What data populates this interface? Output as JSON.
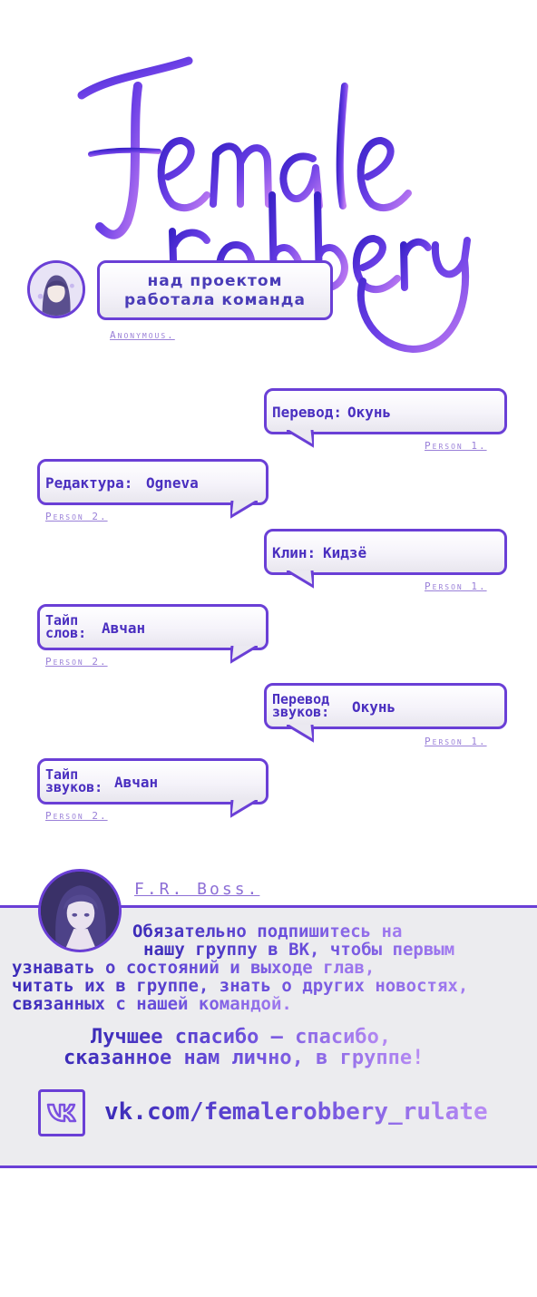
{
  "logo": {
    "line1": "Female",
    "line2": "robbery"
  },
  "team": {
    "line1": "над проектом",
    "line2": "работала команда",
    "author": "Anonymous."
  },
  "credits": [
    {
      "label": "Перевод:",
      "value": "Окунь",
      "person": "Person 1."
    },
    {
      "label": "Редактура:",
      "value": "Ogneva",
      "person": "Person 2."
    },
    {
      "label": "Клин:",
      "value": "Кидзё",
      "person": "Person 1."
    },
    {
      "label_line1": "Тайп",
      "label_line2": "слов:",
      "value": "Авчан",
      "person": "Person 2."
    },
    {
      "label_line1": "Перевод",
      "label_line2": "звуков:",
      "value": "Окунь",
      "person": "Person 1."
    },
    {
      "label_line1": "Тайп",
      "label_line2": "звуков:",
      "value": "Авчан",
      "person": "Person 2."
    }
  ],
  "banner": {
    "boss_name": "F.R. Boss.",
    "lines": [
      "Обязательно подпишитесь  на",
      "нашу группу в ВК, чтобы первым",
      "узнавать о состояний и выходе глав,",
      "читать их в группе, знать о других новостях,",
      "связанных с нашей командой."
    ],
    "thanks_line1": "Лучшее спасибо — спасибо,",
    "thanks_line2": "сказанное нам лично, в группе!",
    "vk_icon": "vk-logo-icon",
    "vk_link": "vk.com/femalerobbery_rulate"
  },
  "colors": {
    "accent": "#6a3fd6",
    "text_dark": "#4a2fc0",
    "text_light": "#a37cf0",
    "person": "#9a80d8",
    "banner_bg": "#ececef"
  }
}
